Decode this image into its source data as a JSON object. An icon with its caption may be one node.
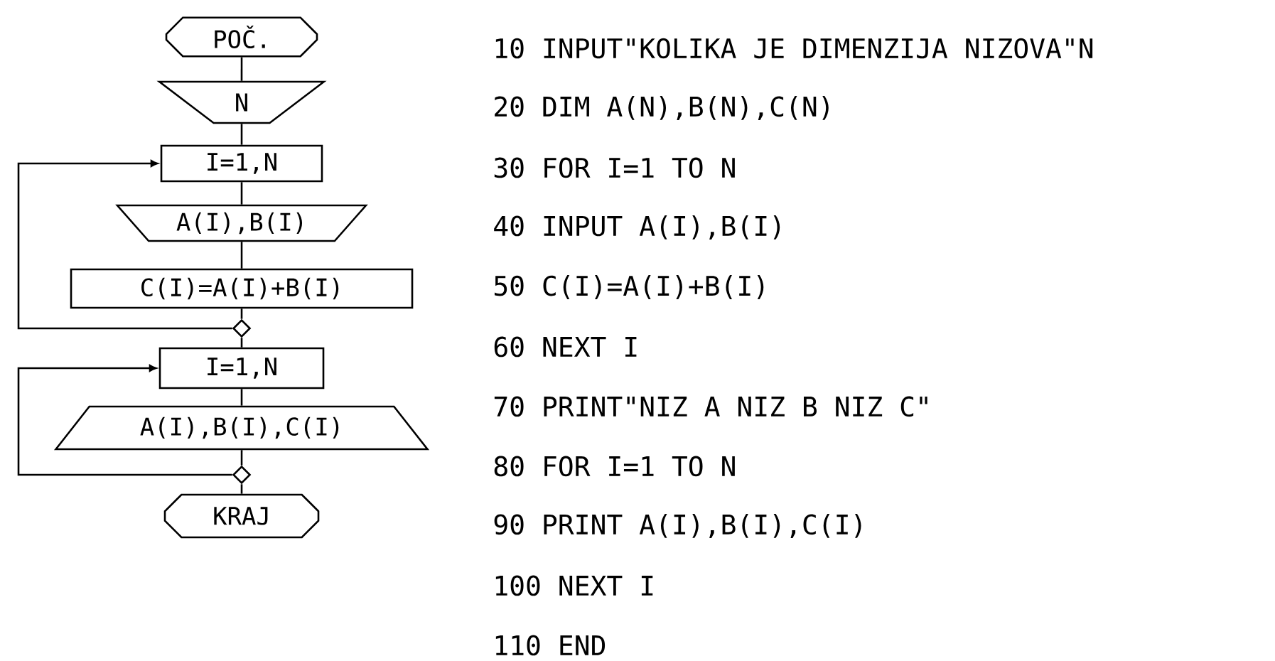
{
  "diagram": {
    "nodes": [
      {
        "text": [
          "POČ."
        ]
      },
      {
        "text": [
          "N"
        ]
      },
      {
        "text": [
          "I=1,N"
        ]
      },
      {
        "text": [
          "A(I),B(I)"
        ]
      },
      {
        "text": [
          "C(I)=A(I)+B(I)"
        ]
      },
      {
        "text": [],
        "shape": "diamond"
      },
      {
        "text": [
          "I=1,N"
        ]
      },
      {
        "text": [
          "A(I),B(I),C(I)"
        ]
      },
      {
        "text": [],
        "shape": "diamond"
      },
      {
        "text": [
          "KRAJ"
        ]
      }
    ],
    "edges": [
      {
        "from": 0,
        "to": 1,
        "arrow": "none"
      },
      {
        "from": 1,
        "to": 2,
        "arrow": "none"
      },
      {
        "from": 2,
        "to": 3,
        "arrow": "none"
      },
      {
        "from": 3,
        "to": 4,
        "arrow": "none"
      },
      {
        "from": 4,
        "to": 5,
        "arrow": "none"
      },
      {
        "from": 5,
        "to": 2,
        "arrow": "to"
      },
      {
        "from": 5,
        "to": 6,
        "arrow": "none"
      },
      {
        "from": 6,
        "to": 7,
        "arrow": "none"
      },
      {
        "from": 7,
        "to": 8,
        "arrow": "none"
      },
      {
        "from": 8,
        "to": 6,
        "arrow": "to"
      },
      {
        "from": 8,
        "to": 9,
        "arrow": "none"
      }
    ],
    "labels": [
      "10 INPUT\"KOLIKA JE DIMENZIJA NIZOVA\"N",
      "20 DIM A(N),B(N),C(N)",
      "30 FOR I=1 TO N",
      "40 INPUT A(I),B(I)",
      "50 C(I)=A(I)+B(I)",
      "60 NEXT I",
      "70 PRINT\"NIZ A NIZ B NIZ C\"",
      "80 FOR I=1 TO N",
      "90 PRINT A(I),B(I),C(I)",
      "100 NEXT I",
      "110 END"
    ]
  }
}
